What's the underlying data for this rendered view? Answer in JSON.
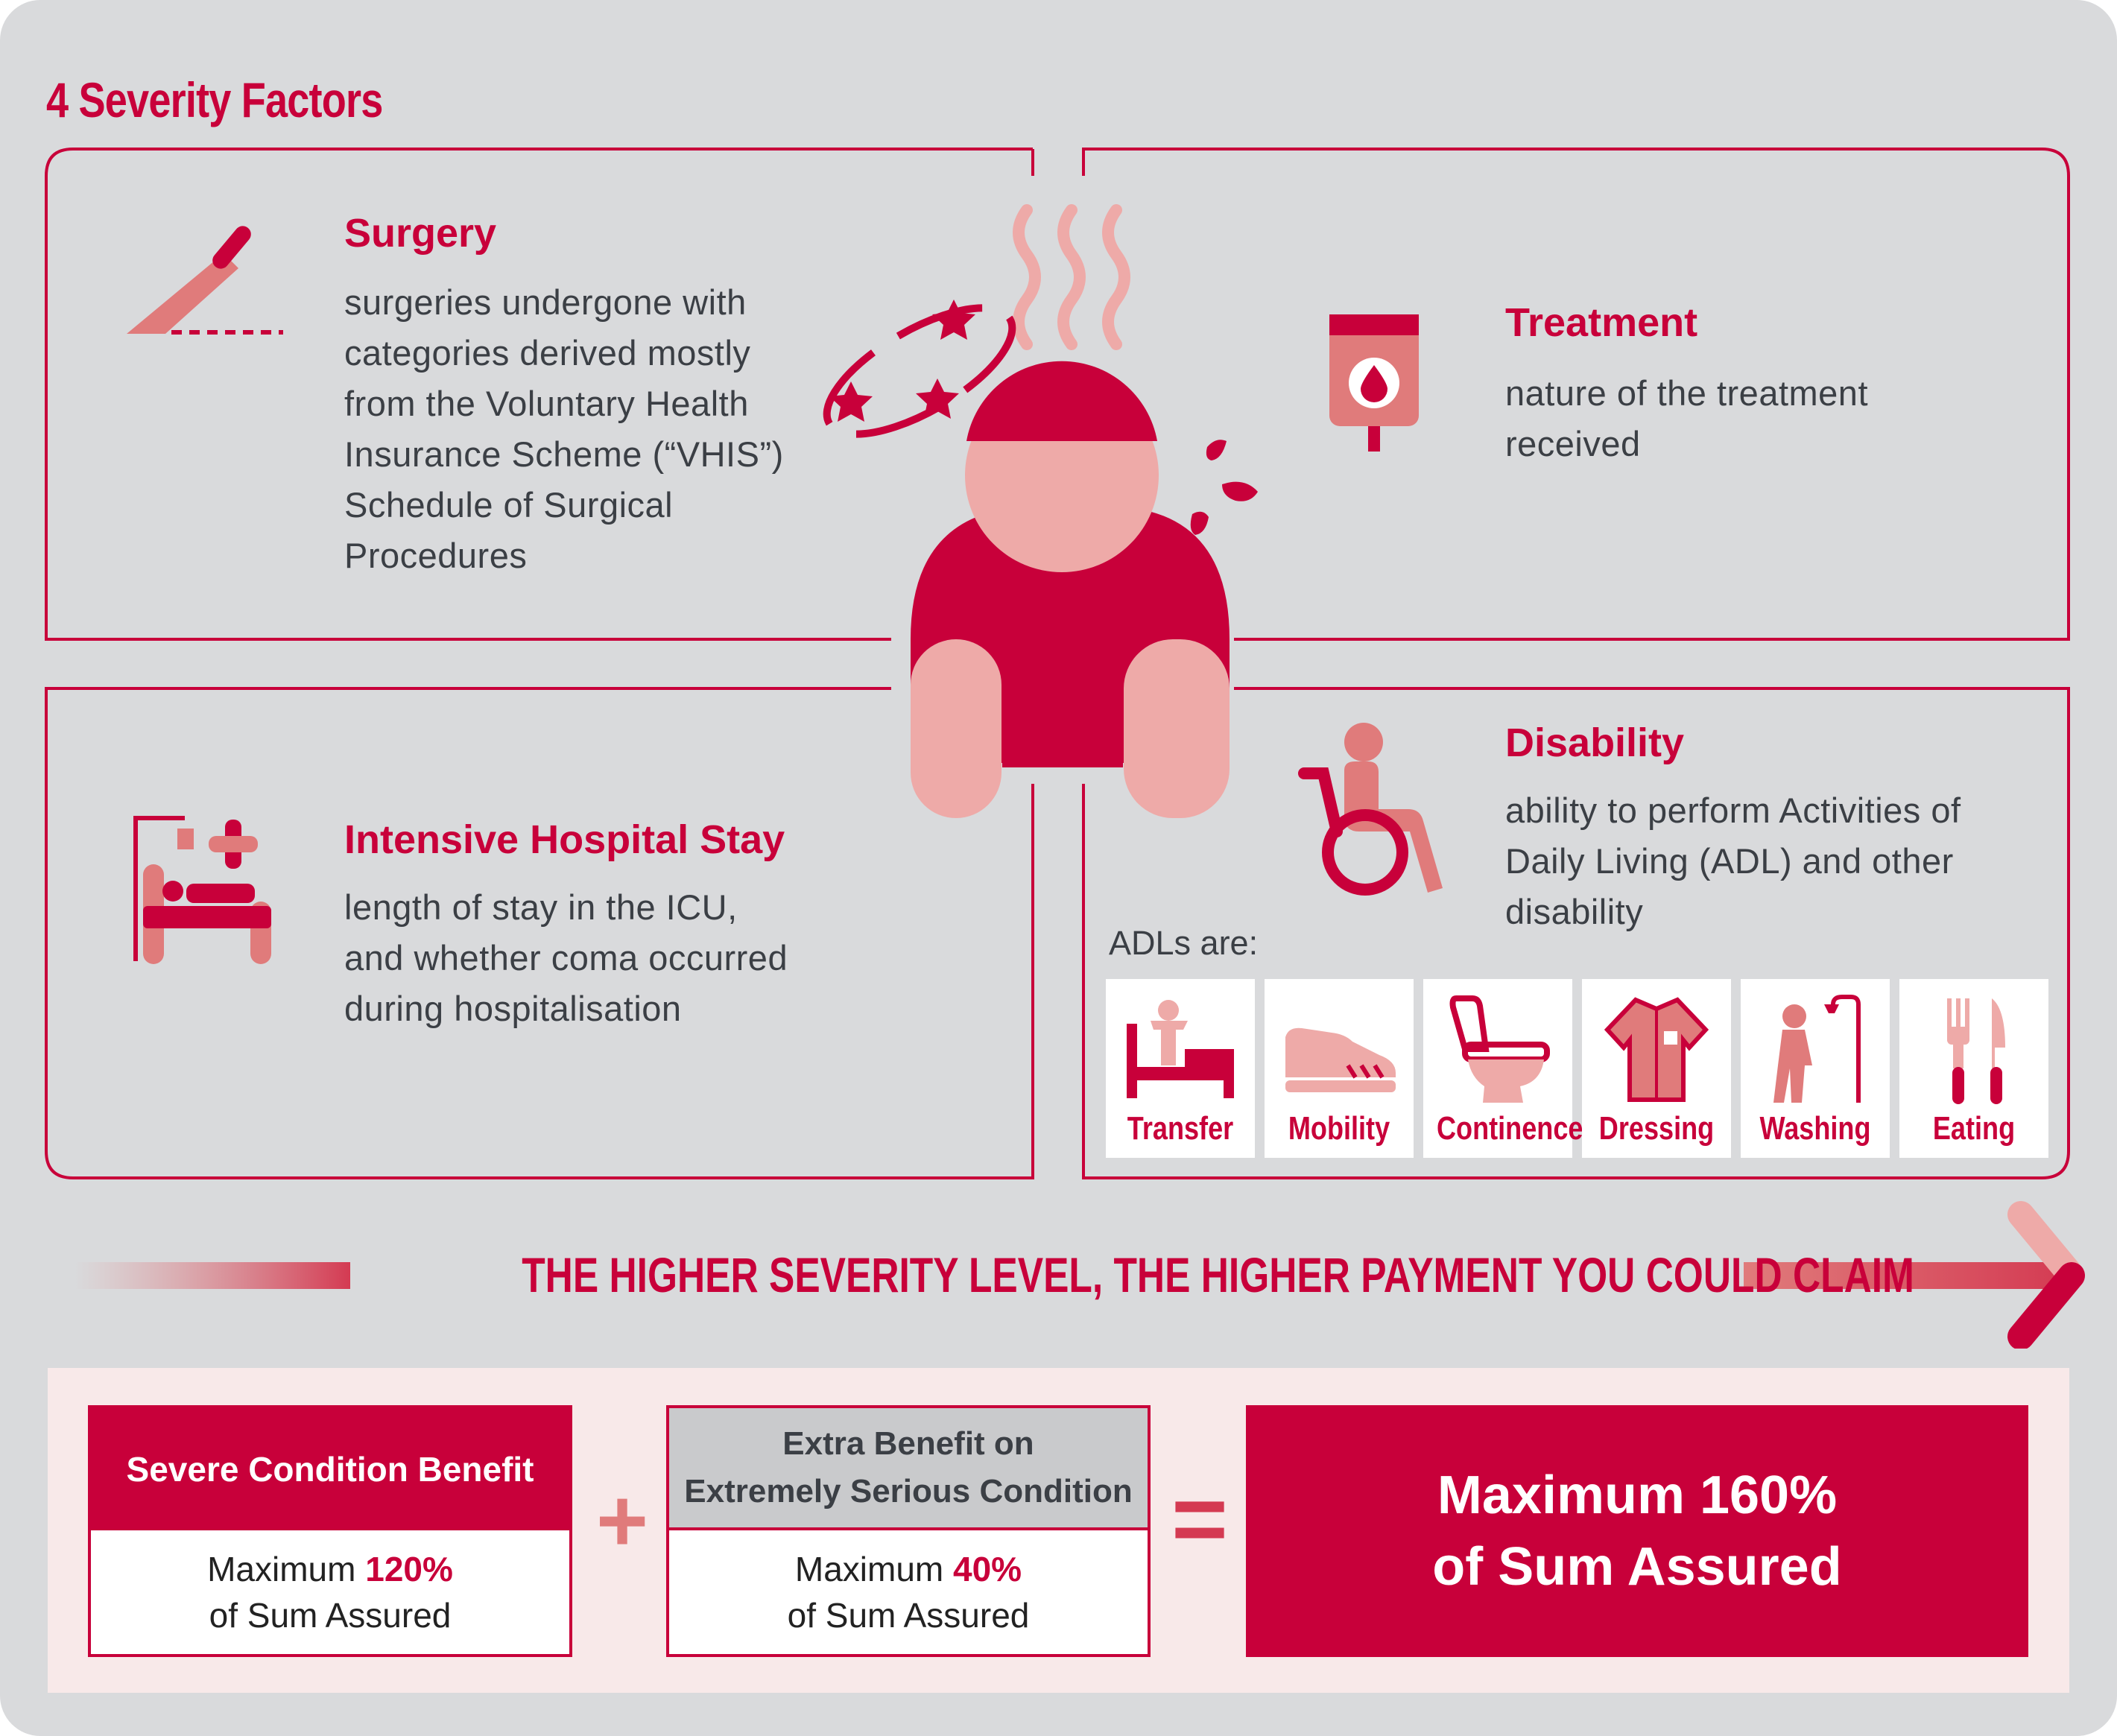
{
  "header": {
    "title": "4 Severity Factors"
  },
  "factors": {
    "surgery": {
      "title": "Surgery",
      "lines": [
        "surgeries undergone with",
        "categories derived mostly",
        "from the Voluntary Health",
        "Insurance Scheme (“VHIS”)",
        "Schedule of Surgical",
        "Procedures"
      ]
    },
    "treatment": {
      "title": "Treatment",
      "lines": [
        "nature of the treatment",
        "received"
      ]
    },
    "hospital": {
      "title": "Intensive Hospital Stay",
      "lines": [
        "length of stay in the ICU,",
        "and whether coma occurred",
        "during hospitalisation"
      ]
    },
    "disability": {
      "title": "Disability",
      "lines": [
        "ability to perform Activities of",
        "Daily Living (ADL) and other",
        "disability"
      ]
    }
  },
  "adl": {
    "label": "ADLs are:",
    "items": [
      {
        "label": "Transfer",
        "icon": "bed-transfer-icon"
      },
      {
        "label": "Mobility",
        "icon": "shoe-icon"
      },
      {
        "label": "Continence",
        "icon": "toilet-icon"
      },
      {
        "label": "Dressing",
        "icon": "shirt-icon"
      },
      {
        "label": "Washing",
        "icon": "shower-icon"
      },
      {
        "label": "Eating",
        "icon": "fork-knife-icon"
      }
    ]
  },
  "banner": {
    "text": "THE HIGHER SEVERITY LEVEL, THE HIGHER PAYMENT YOU COULD CLAIM"
  },
  "benefits": {
    "severe": {
      "title": "Severe Condition Benefit",
      "prefix": "Maximum ",
      "percent": "120%",
      "suffix": "of Sum Assured"
    },
    "extra": {
      "title_line1": "Extra Benefit on",
      "title_line2": "Extremely Serious Condition",
      "prefix": "Maximum ",
      "percent": "40%",
      "suffix": "of Sum Assured"
    },
    "plus": "+",
    "equals": "=",
    "result": {
      "line1": "Maximum 160%",
      "line2": "of Sum Assured"
    }
  },
  "colors": {
    "primary": "#c8003a",
    "light": "#eeaaa8",
    "medium": "#e07b7b",
    "background": "#d9dadc",
    "panel": "#f8e9e9"
  }
}
